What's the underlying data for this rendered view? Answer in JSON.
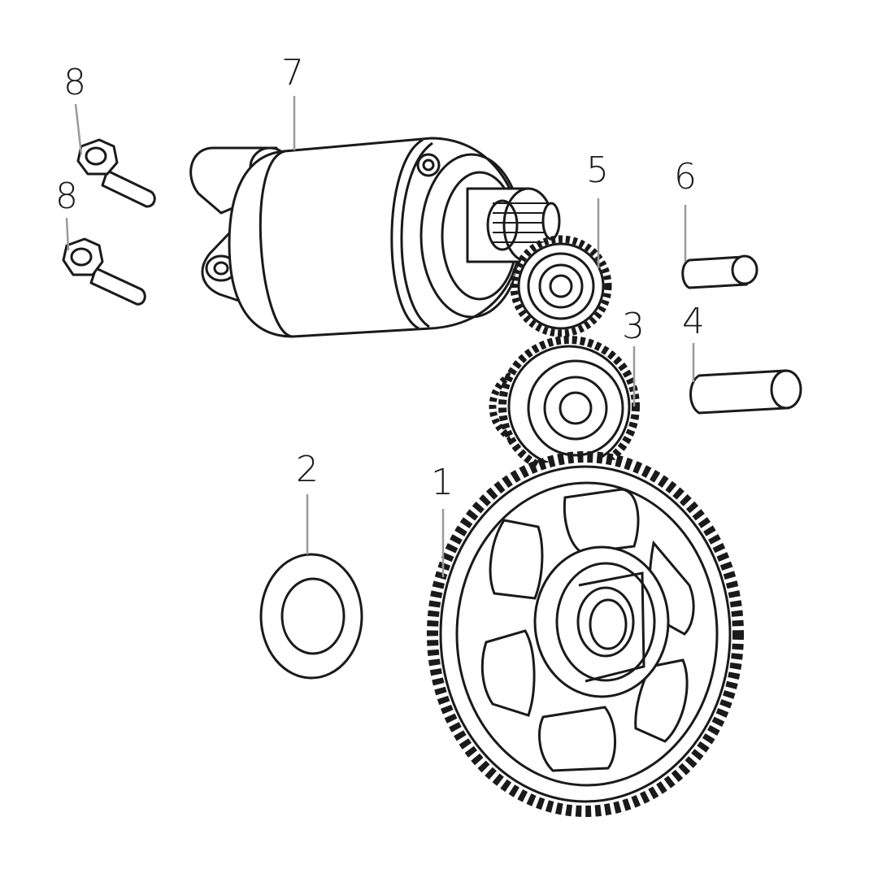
{
  "diagram": {
    "callouts": [
      {
        "id": "1",
        "label": "1"
      },
      {
        "id": "2",
        "label": "2"
      },
      {
        "id": "3",
        "label": "3"
      },
      {
        "id": "4",
        "label": "4"
      },
      {
        "id": "5",
        "label": "5"
      },
      {
        "id": "6",
        "label": "6"
      },
      {
        "id": "7",
        "label": "7"
      },
      {
        "id": "8a",
        "label": "8"
      },
      {
        "id": "8b",
        "label": "8"
      }
    ],
    "colors": {
      "line": "#1a1a1a",
      "leader": "#9a9a9a",
      "fill": "#ffffff"
    }
  }
}
